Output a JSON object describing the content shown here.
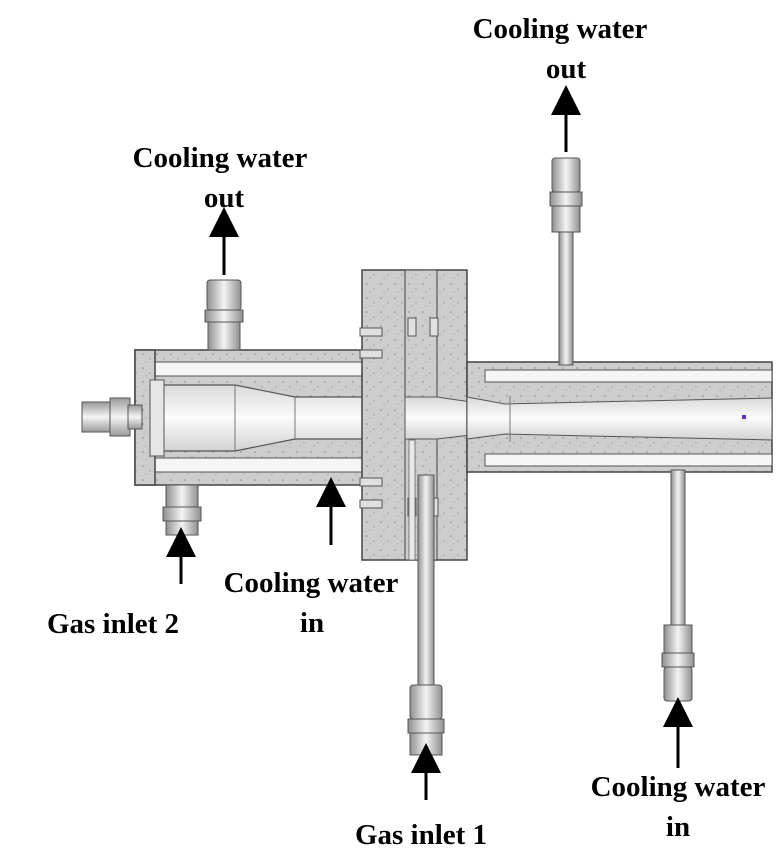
{
  "labels": {
    "cw_out_top_line1": "Cooling water",
    "cw_out_top_line2": "out",
    "cw_out_left_line1": "Cooling water",
    "cw_out_left_line2": "out",
    "cw_in_mid_line1": "Cooling water",
    "cw_in_mid_line2": "in",
    "gas_inlet_2": "Gas inlet 2",
    "gas_inlet_1": "Gas inlet 1",
    "cw_in_right_line1": "Cooling water",
    "cw_in_right_line2": "in"
  },
  "colors": {
    "body_fill": "#cfcfcf",
    "bore_fill": "#eeeeee",
    "outline": "#444444",
    "arrow": "#000000",
    "marker": "#5a2bd6"
  }
}
